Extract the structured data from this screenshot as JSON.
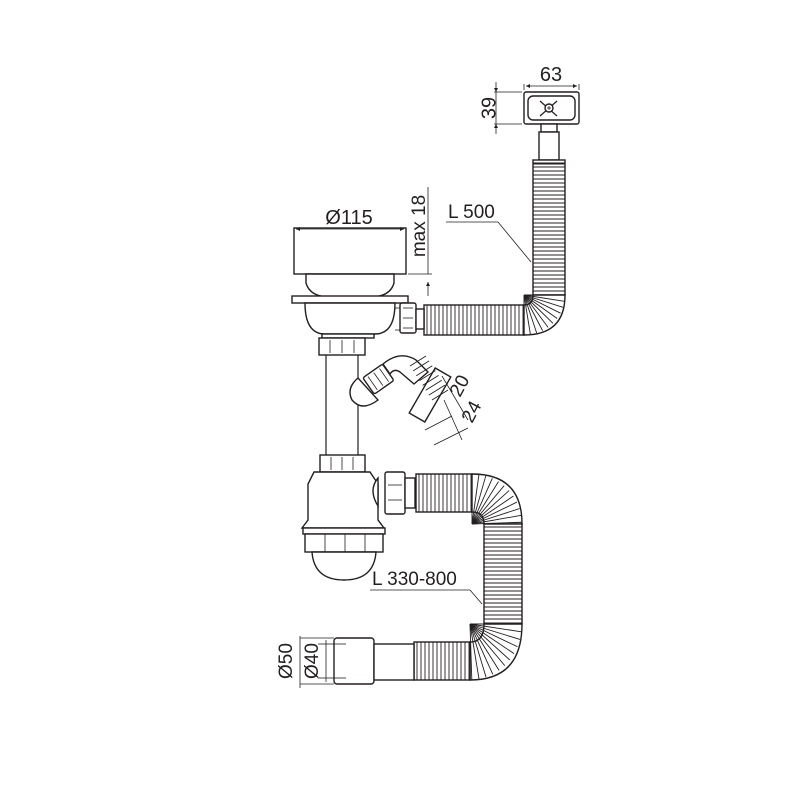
{
  "diagram": {
    "title": "Sink siphon with overflow and flexible outlet – technical drawing",
    "line_color": "#231f20",
    "background": "#ffffff",
    "dimensions": {
      "overflow_width": "63",
      "overflow_height": "39",
      "strainer_diameter": "Ø115",
      "strainer_max_thickness": "max 18",
      "overflow_hose_length": "L 500",
      "side_inlet_inner": "20",
      "side_inlet_outer": "24",
      "outlet_hose_length": "L 330-800",
      "outlet_outer_diameter": "Ø50",
      "outlet_inner_diameter": "Ø40"
    },
    "components": [
      "overflow-cover",
      "overflow-corrugated-hose",
      "strainer-bowl",
      "strainer-flange",
      "overflow-connector-nut",
      "vertical-tailpipe",
      "angled-side-inlet",
      "bottle-trap",
      "trap-outlet-nut",
      "outlet-corrugated-hose",
      "outlet-adapter"
    ]
  }
}
